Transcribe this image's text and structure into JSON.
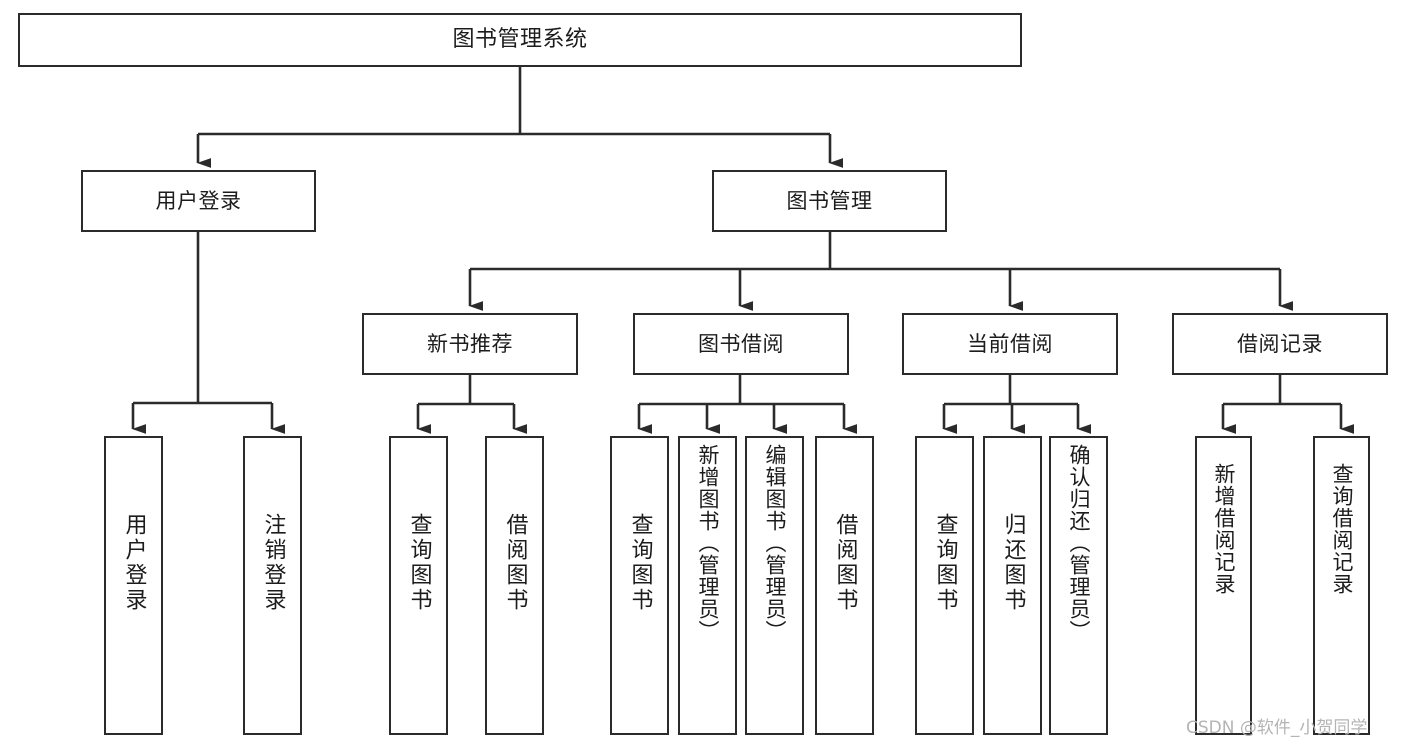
{
  "diagram": {
    "title": "图书管理系统",
    "watermark": "CSDN @软件_小贺同学",
    "colors": {
      "stroke": "#2b2b2b",
      "box_fill": "#ffffff",
      "text": "#1c1c1c",
      "watermark": "#b4b4b4",
      "background": "#ffffff"
    },
    "levels": {
      "level1": [
        {
          "id": "root",
          "label": "图书管理系统"
        }
      ],
      "level2": [
        {
          "id": "user-login",
          "label": "用户登录"
        },
        {
          "id": "book-manage",
          "label": "图书管理"
        }
      ],
      "level3": [
        {
          "id": "new-book-recommend",
          "label": "新书推荐"
        },
        {
          "id": "book-borrow",
          "label": "图书借阅"
        },
        {
          "id": "current-borrow",
          "label": "当前借阅"
        },
        {
          "id": "borrow-record",
          "label": "借阅记录"
        }
      ],
      "level4": [
        {
          "id": "leaf-user-login",
          "label": "用户登录",
          "parent": "user-login"
        },
        {
          "id": "leaf-logout-login",
          "label": "注销登录",
          "parent": "user-login"
        },
        {
          "id": "leaf-query-book-1",
          "label": "查询图书",
          "parent": "new-book-recommend"
        },
        {
          "id": "leaf-borrow-book-1",
          "label": "借阅图书",
          "parent": "new-book-recommend"
        },
        {
          "id": "leaf-query-book-2",
          "label": "查询图书",
          "parent": "book-borrow"
        },
        {
          "id": "leaf-add-book",
          "label": "新增图书（管理员）",
          "parent": "book-borrow"
        },
        {
          "id": "leaf-edit-book",
          "label": "编辑图书（管理员）",
          "parent": "book-borrow"
        },
        {
          "id": "leaf-borrow-book-2",
          "label": "借阅图书",
          "parent": "book-borrow"
        },
        {
          "id": "leaf-query-book-3",
          "label": "查询图书",
          "parent": "current-borrow"
        },
        {
          "id": "leaf-return-book",
          "label": "归还图书",
          "parent": "current-borrow"
        },
        {
          "id": "leaf-confirm-return",
          "label": "确认归还（管理员）",
          "parent": "current-borrow"
        },
        {
          "id": "leaf-add-record",
          "label": "新增借阅记录",
          "parent": "borrow-record"
        },
        {
          "id": "leaf-query-record",
          "label": "查询借阅记录",
          "parent": "borrow-record"
        }
      ]
    }
  }
}
